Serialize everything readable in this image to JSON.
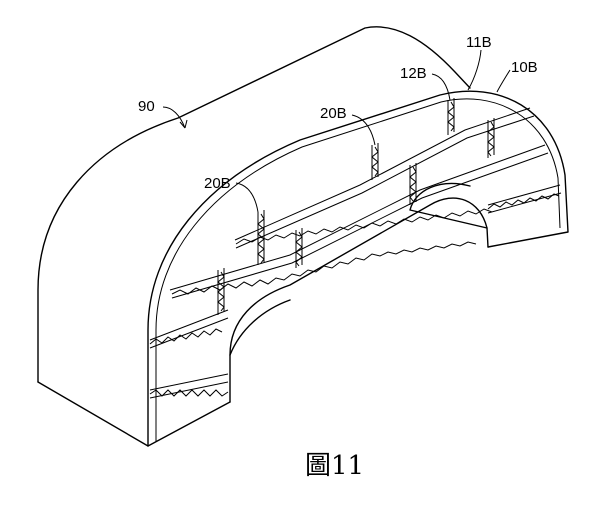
{
  "labels": {
    "body": "90",
    "outer_layer": "11B",
    "inner_layer": "12B",
    "shell": "10B",
    "rib_top": "20B",
    "rib_left": "20B"
  },
  "caption": "圖11"
}
